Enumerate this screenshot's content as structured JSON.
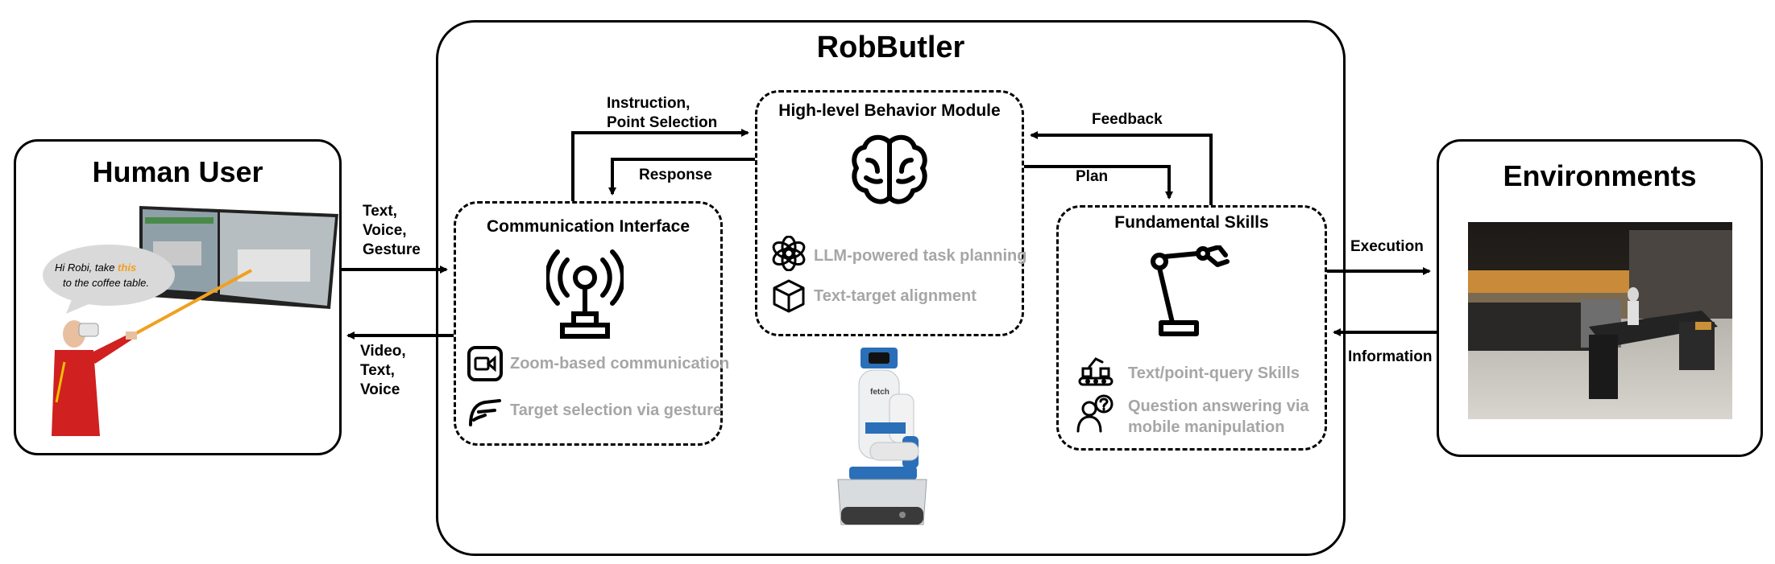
{
  "human_user": {
    "title": "Human User",
    "speech_prefix": "Hi Robi, take ",
    "speech_highlight": "this",
    "speech_suffix": " to the coffee table."
  },
  "robbutler": {
    "title": "RobButler",
    "communication_interface": {
      "title": "Communication Interface",
      "features": [
        "Zoom-based communication",
        "Target selection via gesture"
      ]
    },
    "high_level": {
      "title": "High-level Behavior Module",
      "features": [
        "LLM-powered task planning",
        "Text-target alignment"
      ]
    },
    "fundamental_skills": {
      "title": "Fundamental Skills",
      "features": [
        "Text/point-query Skills",
        "Question answering via mobile manipulation"
      ]
    },
    "robot_brand": "fetch"
  },
  "environments": {
    "title": "Environments"
  },
  "flows": {
    "user_to_robbutler": [
      "Text,",
      "Voice,",
      "Gesture"
    ],
    "robbutler_to_user": [
      "Video,",
      "Text,",
      "Voice"
    ],
    "instruction": [
      "Instruction,",
      "Point Selection"
    ],
    "response": "Response",
    "feedback": "Feedback",
    "plan": "Plan",
    "execution": "Execution",
    "information": "Information"
  },
  "colors": {
    "feature_text": "#a6a6a6",
    "highlight": "#f0a020",
    "robot_blue": "#2a6fb8"
  }
}
